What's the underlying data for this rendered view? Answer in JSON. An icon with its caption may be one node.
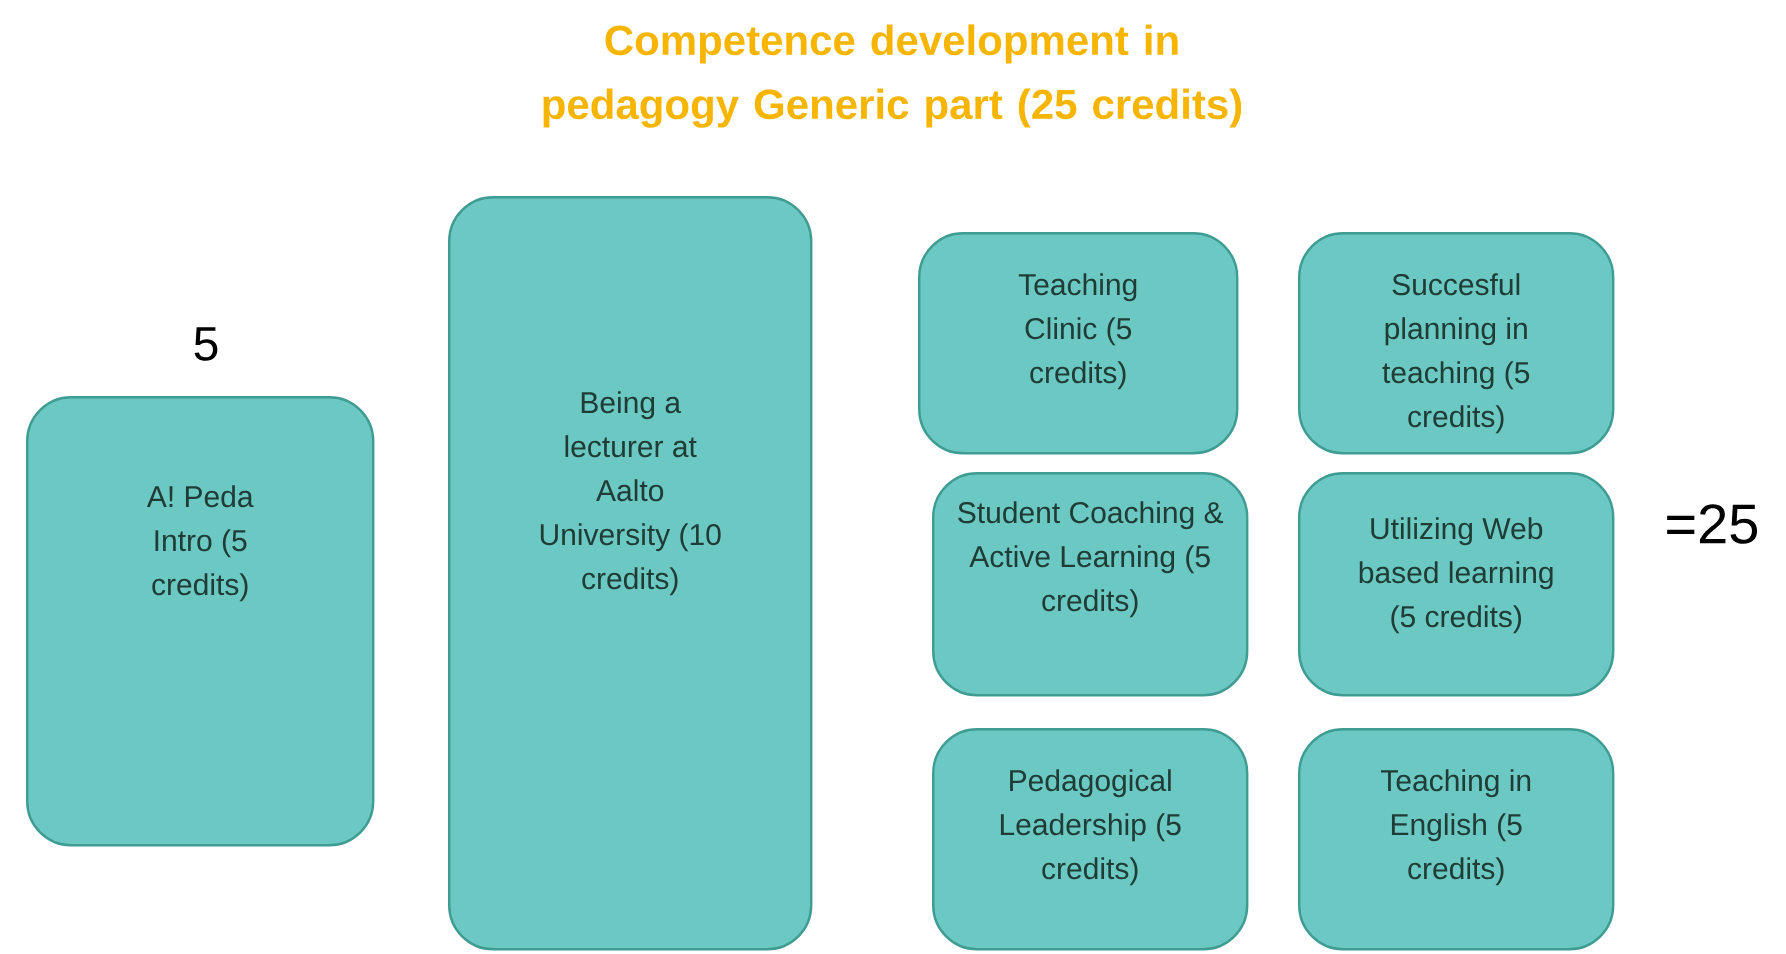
{
  "diagram": {
    "title": "Competence development in pedagogy Generic part (25 credits)",
    "nodes": [
      {
        "text": [
          "A! Peda Intro (5 credits)"
        ]
      },
      {
        "text": [
          "Being a lecturer at Aalto University (10 credits)"
        ]
      },
      {
        "text": [
          "Teaching Clinic (5 credits)"
        ]
      },
      {
        "text": [
          "Succesful planning in teaching (5 credits)"
        ]
      },
      {
        "text": [
          "Student Coaching & Active Learning (5 credits)"
        ]
      },
      {
        "text": [
          "Utilizing Web based learning (5 credits)"
        ]
      },
      {
        "text": [
          "Pedagogical Leadership (5 credits)"
        ]
      },
      {
        "text": [
          "Teaching in English (5 credits)"
        ]
      }
    ],
    "labels": [
      "5",
      "=25"
    ]
  }
}
